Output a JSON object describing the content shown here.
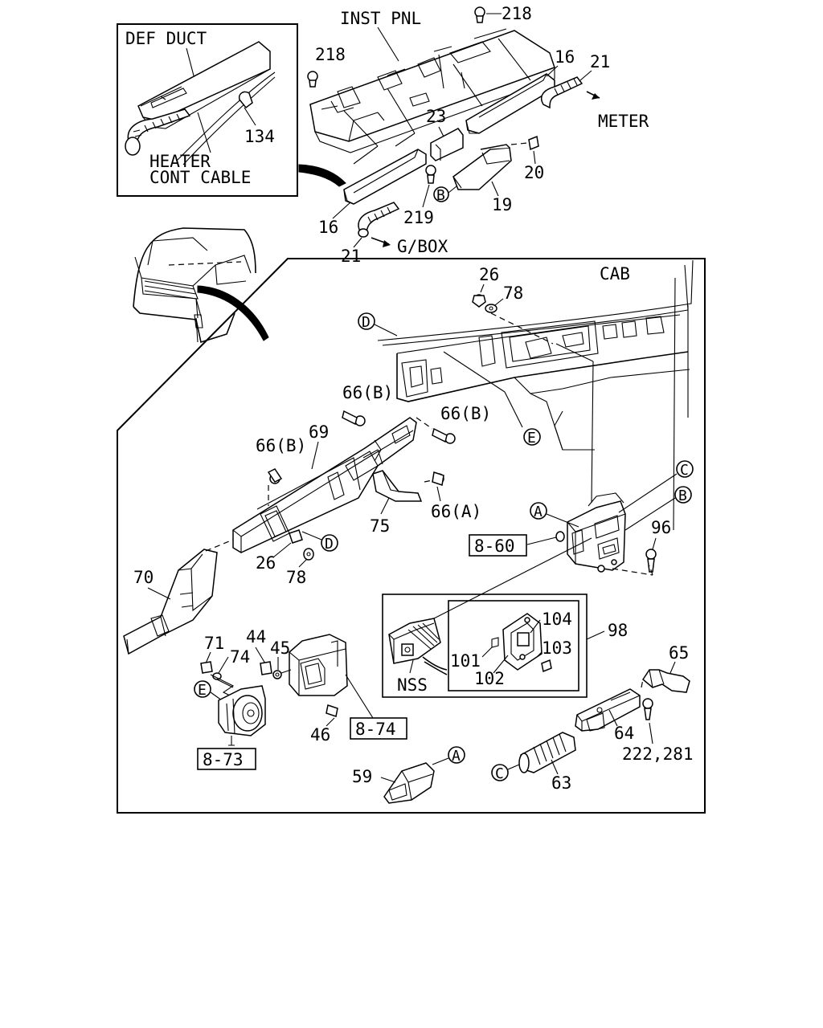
{
  "callouts": {
    "def_duct": "DEF DUCT",
    "heater_cont_cable_1": "HEATER",
    "heater_cont_cable_2": "CONT CABLE",
    "inst_pnl": "INST PNL",
    "meter": "METER",
    "g_box": "G/BOX",
    "cab": "CAB",
    "nss": "NSS"
  },
  "part_numbers": {
    "p134": "134",
    "p218a": "218",
    "p218b": "218",
    "p16a": "16",
    "p16b": "16",
    "p21a": "21",
    "p21b": "21",
    "p23": "23",
    "p20": "20",
    "p19": "19",
    "p219": "219",
    "p26a": "26",
    "p78a": "78",
    "p66b1": "66(B)",
    "p66b2": "66(B)",
    "p66b3": "66(B)",
    "p69": "69",
    "p66a": "66(A)",
    "p75": "75",
    "p26b": "26",
    "p78b": "78",
    "p70": "70",
    "p96": "96",
    "p98": "98",
    "p104": "104",
    "p103": "103",
    "p101": "101",
    "p102": "102",
    "p71": "71",
    "p74": "74",
    "p44": "44",
    "p45": "45",
    "p46": "46",
    "p65": "65",
    "p64": "64",
    "p222_281": "222,281",
    "p63": "63",
    "p59": "59"
  },
  "reference_boxes": {
    "r860": "8-60",
    "r874": "8-74",
    "r873": "8-73"
  },
  "circle_markers": {
    "d1": "D",
    "d2": "D",
    "e1": "E",
    "e2": "E",
    "a1": "A",
    "a2": "A",
    "b1": "B",
    "b2": "B",
    "c1": "C",
    "c2": "C"
  }
}
